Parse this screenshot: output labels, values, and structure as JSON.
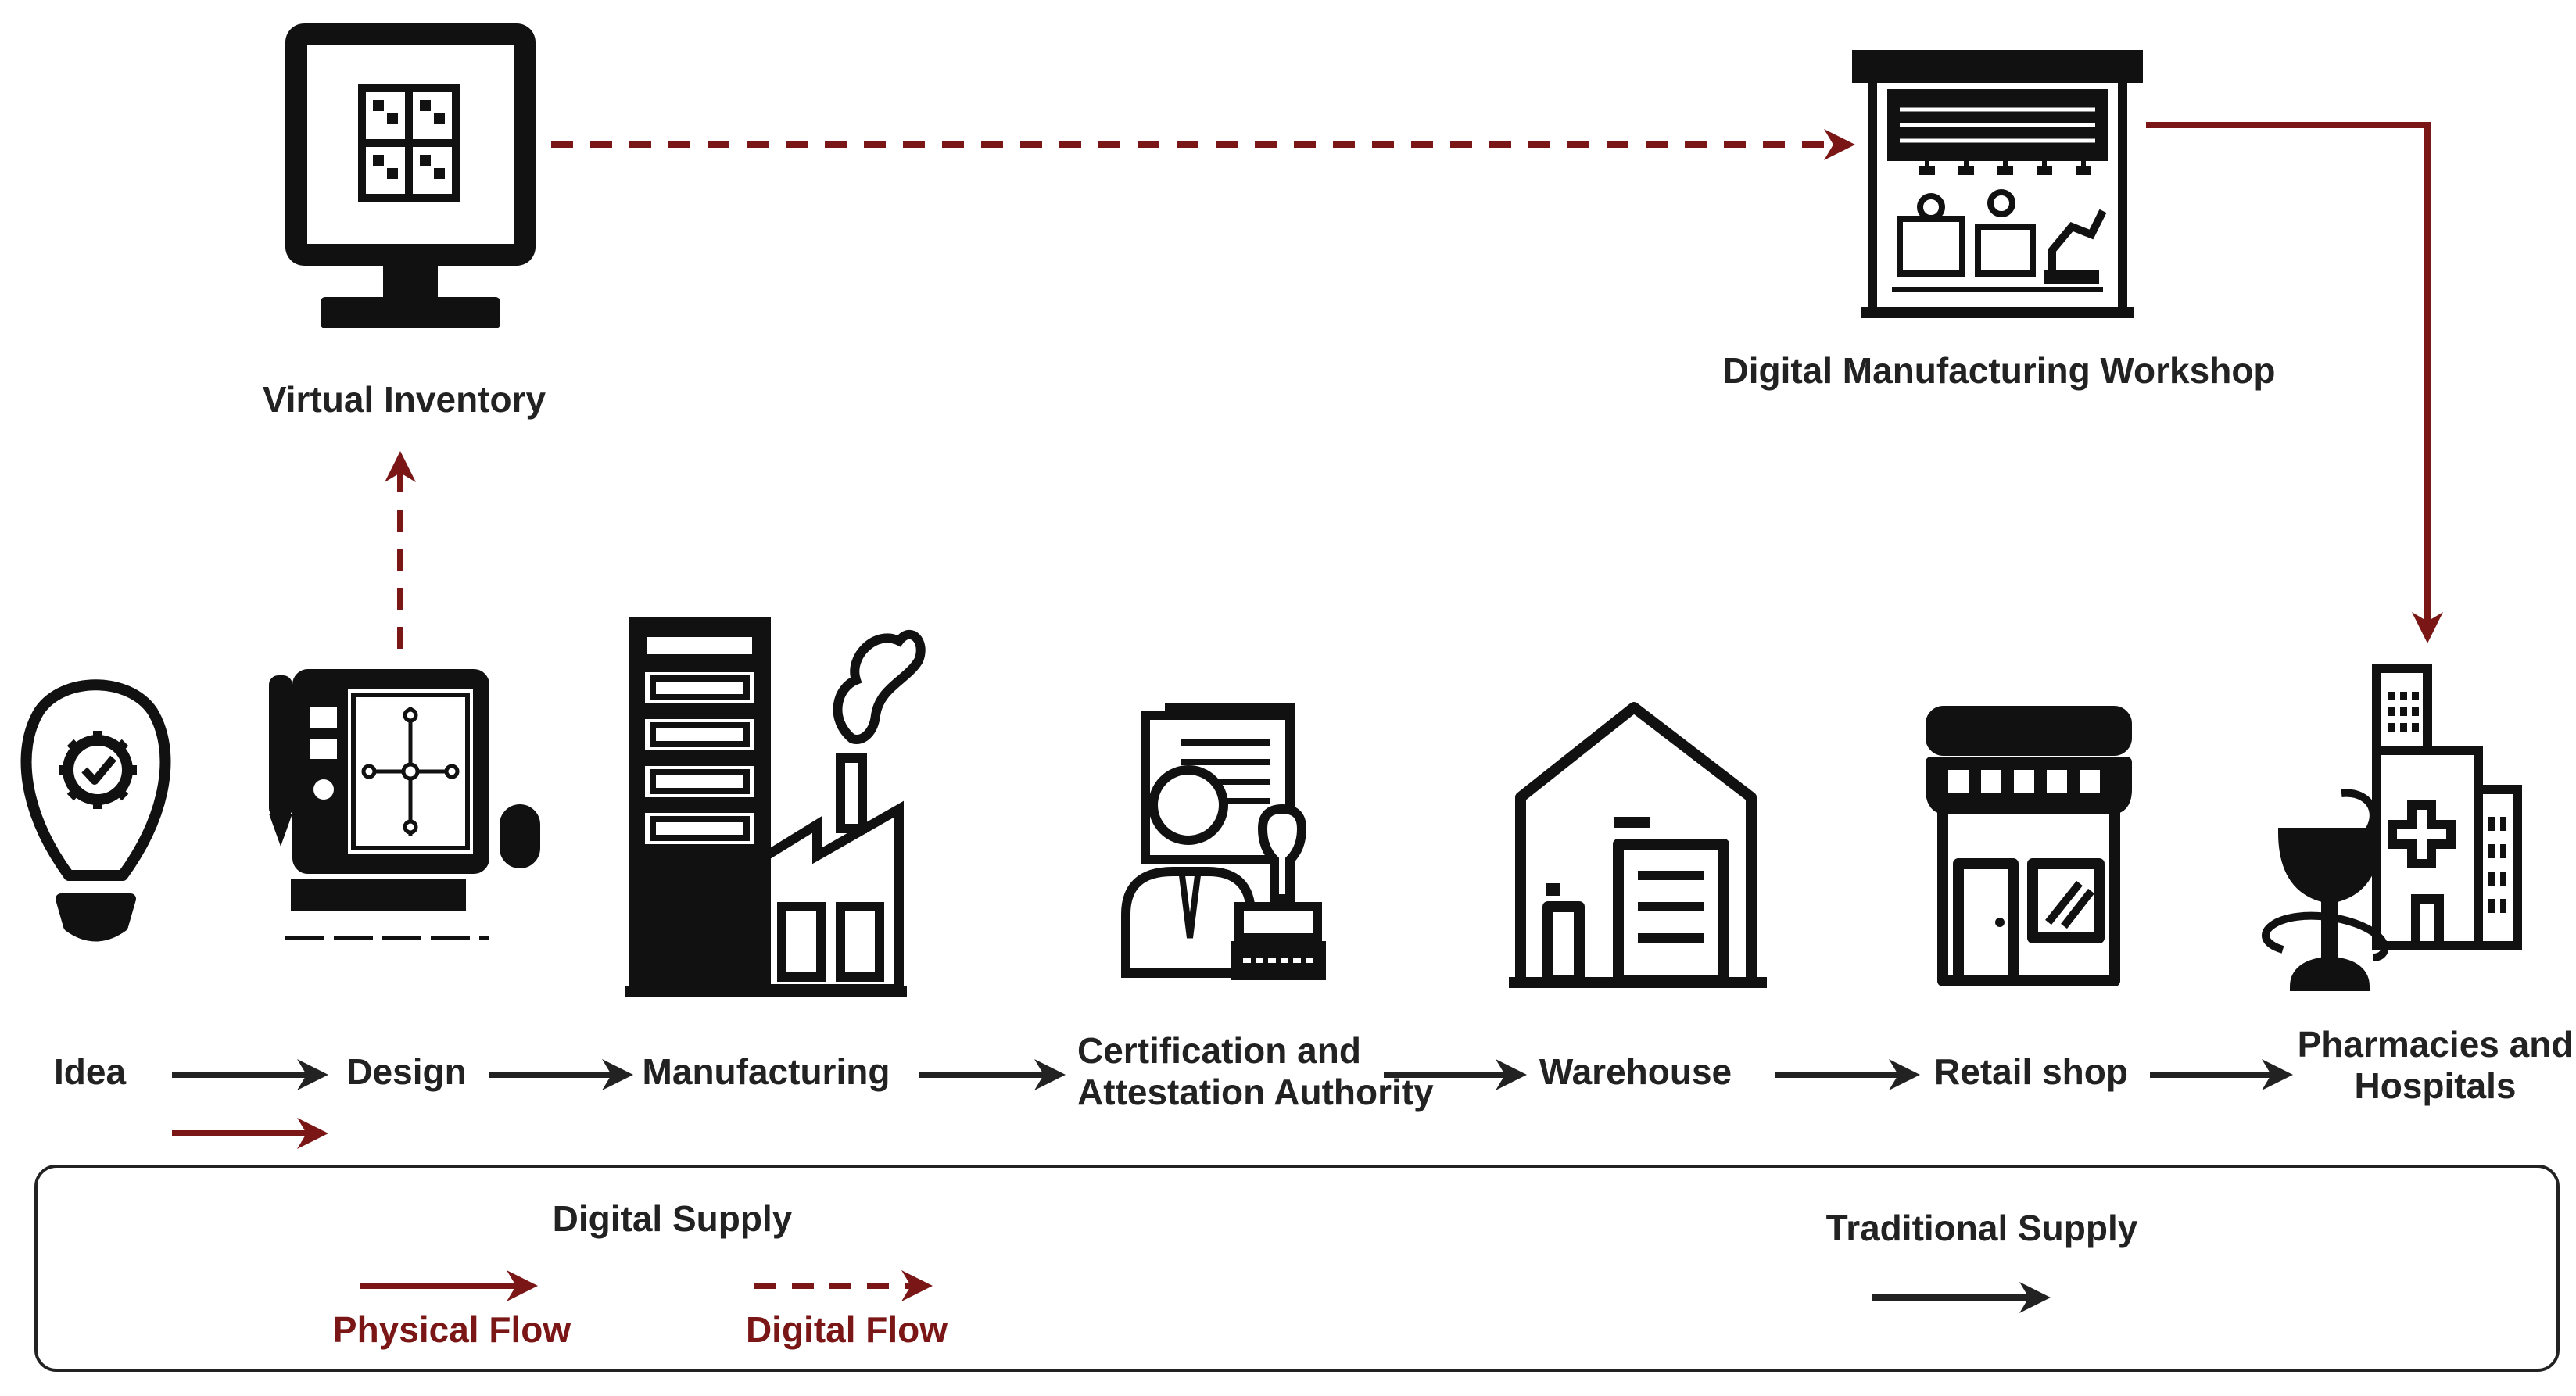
{
  "colors": {
    "traditional": "#222222",
    "digital": "#7a1616",
    "background": "#ffffff"
  },
  "nodes": {
    "idea": {
      "label": "Idea",
      "icon": "lightbulb-gear-icon"
    },
    "design": {
      "label": "Design",
      "icon": "drawing-tablet-icon"
    },
    "manufacturing": {
      "label": "Manufacturing",
      "icon": "factory-icon"
    },
    "certification": {
      "label_line1": "Certification and",
      "label_line2": "Attestation Authority",
      "icon": "person-stamp-document-icon"
    },
    "warehouse": {
      "label": "Warehouse",
      "icon": "warehouse-icon"
    },
    "retail": {
      "label": "Retail shop",
      "icon": "storefront-icon"
    },
    "pharmacies": {
      "label_line1": "Pharmacies and",
      "label_line2": "Hospitals",
      "icon": "hospital-pharmacy-icon"
    },
    "virtual_inventory": {
      "label": "Virtual Inventory",
      "icon": "monitor-inventory-icon"
    },
    "digital_workshop": {
      "label": "Digital Manufacturing Workshop",
      "icon": "digital-workshop-icon"
    }
  },
  "legend": {
    "digital_supply": "Digital Supply",
    "physical_flow": "Physical Flow",
    "digital_flow": "Digital Flow",
    "traditional_supply": "Traditional Supply"
  }
}
